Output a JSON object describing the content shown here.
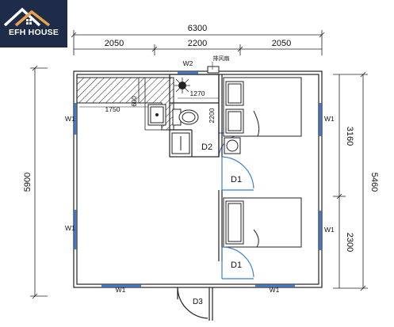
{
  "brand": {
    "name": "EFH HOUSE",
    "colors": {
      "background": "#1e2c4a",
      "roof": "#e8a24a",
      "text": "#ffffff"
    }
  },
  "dimensions": {
    "overall_width": "6300",
    "top_left": "2050",
    "top_middle": "2200",
    "top_right": "2050",
    "left_height": "5900",
    "right_outer": "5460",
    "right_upper": "3160",
    "right_lower": "2300",
    "counter_length": "1750",
    "counter_depth": "600",
    "bath_width": "1270",
    "bath_height": "2200"
  },
  "labels": {
    "window_w1": "W1",
    "window_w2": "W2",
    "vent": "排风扇",
    "door_d1": "D1",
    "door_d2": "D2",
    "door_d3": "D3"
  },
  "colors": {
    "wall": "#222222",
    "window": "#3b7dd8",
    "door": "#3b7dd8"
  }
}
